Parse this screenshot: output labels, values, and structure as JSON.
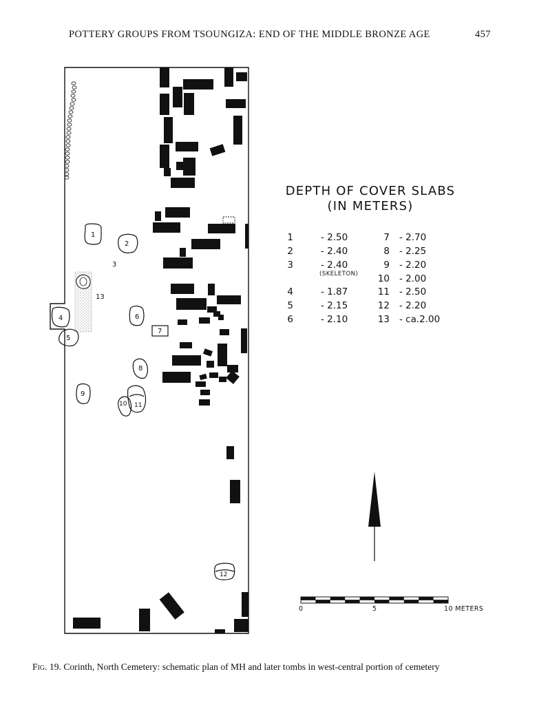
{
  "header": {
    "running_title": "POTTERY GROUPS FROM TSOUNGIZA: END OF THE MIDDLE BRONZE AGE",
    "page_number": "457"
  },
  "legend": {
    "title_line1": "DEPTH OF COVER SLABS",
    "title_line2": "(IN METERS)",
    "skeleton_note": "(SKELETON)",
    "entries_left": [
      {
        "num": "1",
        "depth": "- 2.50"
      },
      {
        "num": "2",
        "depth": "- 2.40"
      },
      {
        "num": "3",
        "depth": "- 2.40"
      },
      {
        "num": "4",
        "depth": "- 1.87"
      },
      {
        "num": "5",
        "depth": "- 2.15"
      },
      {
        "num": "6",
        "depth": "- 2.10"
      }
    ],
    "entries_right": [
      {
        "num": "7",
        "depth": "- 2.70"
      },
      {
        "num": "8",
        "depth": "- 2.25"
      },
      {
        "num": "9",
        "depth": "- 2.20"
      },
      {
        "num": "10",
        "depth": "- 2.00"
      },
      {
        "num": "11",
        "depth": "- 2.50"
      },
      {
        "num": "12",
        "depth": "- 2.20"
      },
      {
        "num": "13",
        "depth": "- ca.2.00"
      }
    ]
  },
  "scale_bar": {
    "tick_0": "0",
    "tick_5": "5",
    "tick_10": "10 METERS"
  },
  "tomb_labels": {
    "t1": "1",
    "t2": "2",
    "t3": "3",
    "t4": "4",
    "t5": "5",
    "t6": "6",
    "t7": "7",
    "t8": "8",
    "t9": "9",
    "t10": "10",
    "t11": "11",
    "t12": "12",
    "t13": "13"
  },
  "caption": {
    "fig_label": "Fig. 19.",
    "text": "Corinth, North Cemetery: schematic plan of MH and later tombs in west-central portion of cemetery"
  },
  "colors": {
    "ink": "#111111",
    "paper": "#ffffff"
  }
}
